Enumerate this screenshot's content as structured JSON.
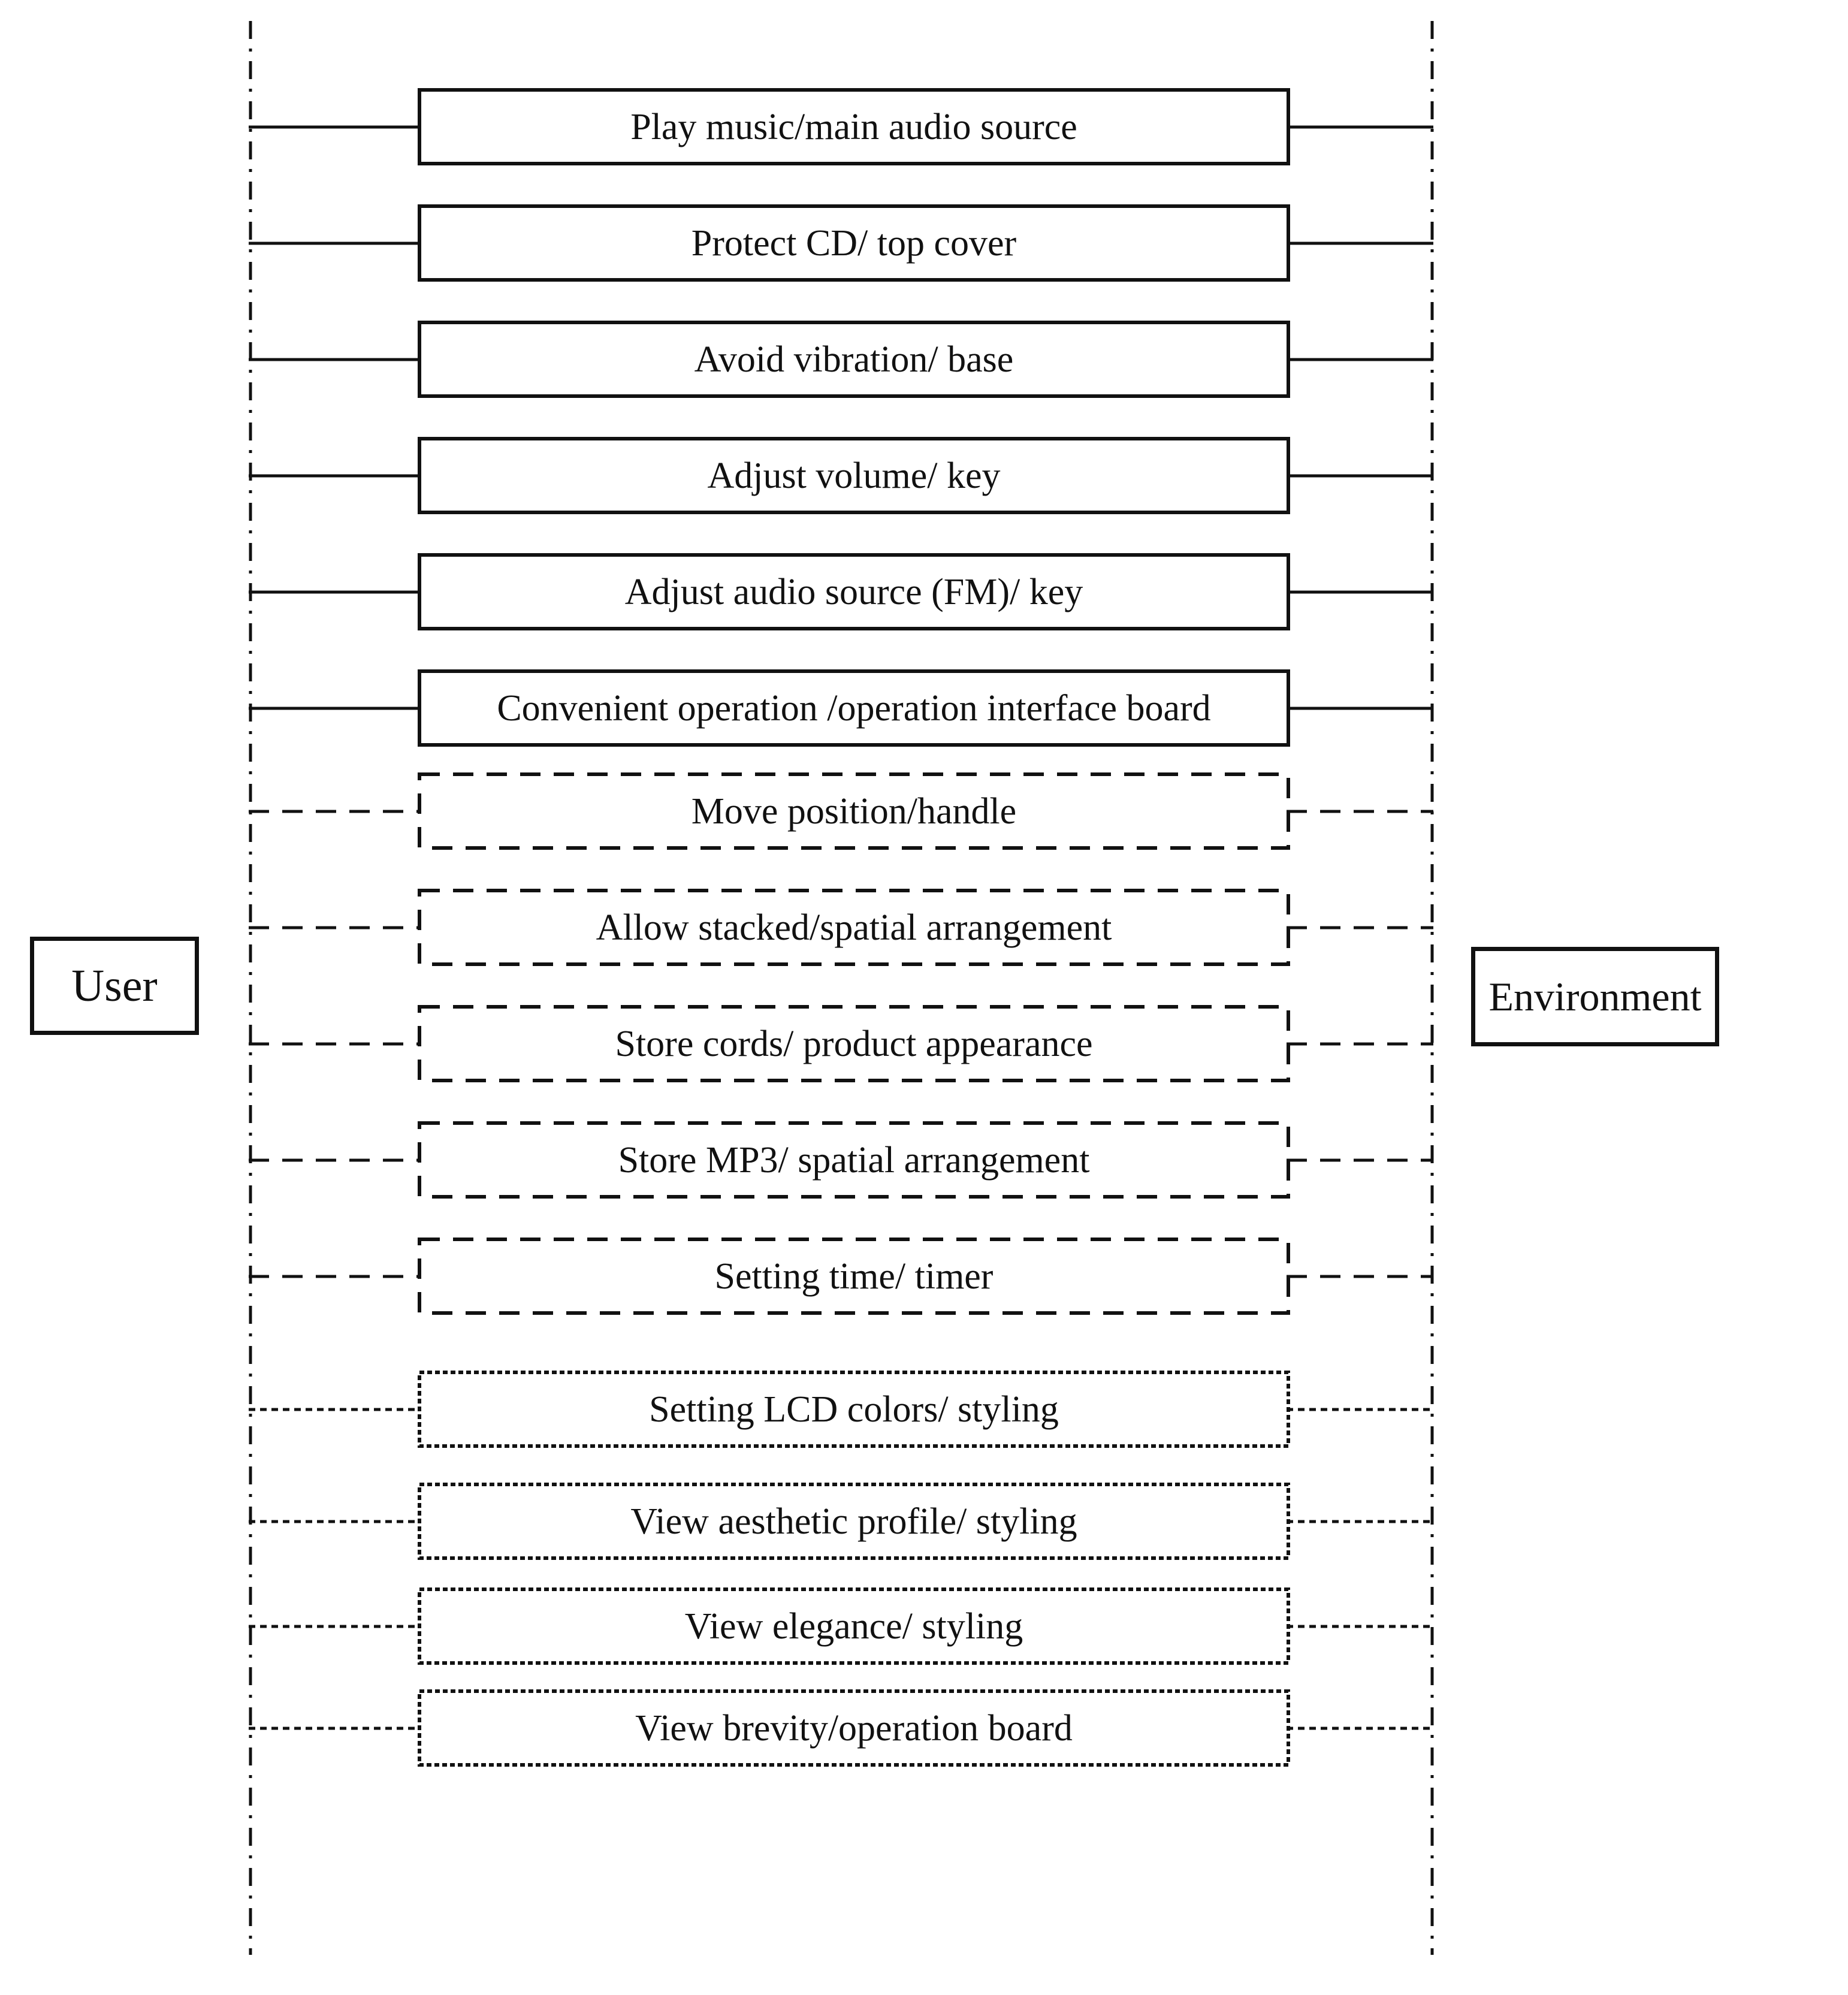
{
  "actors": {
    "user": "User",
    "environment": "Environment"
  },
  "rows": [
    {
      "label": "Play music/main audio source",
      "style": "solid"
    },
    {
      "label": "Protect CD/ top cover",
      "style": "solid"
    },
    {
      "label": "Avoid vibration/ base",
      "style": "solid"
    },
    {
      "label": "Adjust volume/ key",
      "style": "solid"
    },
    {
      "label": "Adjust audio source (FM)/ key",
      "style": "solid"
    },
    {
      "label": "Convenient operation /operation interface board",
      "style": "solid"
    },
    {
      "label": "Move position/handle",
      "style": "long-dash"
    },
    {
      "label": "Allow stacked/spatial arrangement",
      "style": "long-dash"
    },
    {
      "label": "Store cords/ product appearance",
      "style": "long-dash"
    },
    {
      "label": "Store MP3/ spatial arrangement",
      "style": "long-dash"
    },
    {
      "label": "Setting time/ timer",
      "style": "long-dash"
    },
    {
      "label": "Setting LCD colors/ styling",
      "style": "fine-dash"
    },
    {
      "label": "View aesthetic profile/ styling",
      "style": "fine-dash"
    },
    {
      "label": "View elegance/ styling",
      "style": "fine-dash"
    },
    {
      "label": "View brevity/operation board",
      "style": "fine-dash"
    }
  ],
  "colors": {
    "line": "#111111",
    "text": "#111111",
    "background": "#ffffff"
  }
}
